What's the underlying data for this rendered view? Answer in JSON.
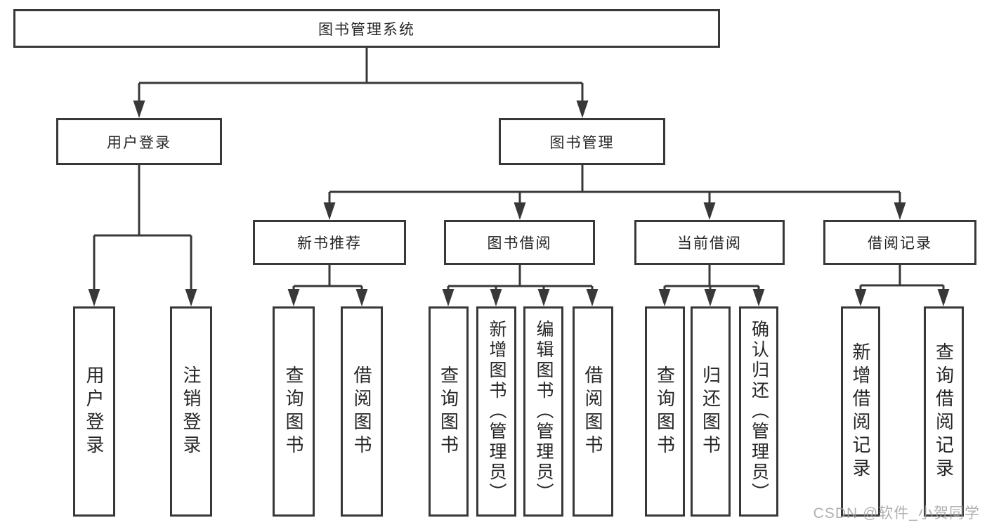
{
  "diagram_type": "hierarchy-chart",
  "colors": {
    "line": "#383838",
    "text": "#262626",
    "background": "#ffffff",
    "watermark": "#9e9e9e"
  },
  "watermark": {
    "text": "CSDN @软件_小贺同学"
  },
  "tree": {
    "label": "图书管理系统",
    "children": [
      {
        "label": "用户登录",
        "children": [
          {
            "label": "用户登录"
          },
          {
            "label": "注销登录"
          }
        ]
      },
      {
        "label": "图书管理",
        "children": [
          {
            "label": "新书推荐",
            "children": [
              {
                "label": "查询图书"
              },
              {
                "label": "借阅图书"
              }
            ]
          },
          {
            "label": "图书借阅",
            "children": [
              {
                "label": "查询图书"
              },
              {
                "label": "新增图书（管理员）"
              },
              {
                "label": "编辑图书（管理员）"
              },
              {
                "label": "借阅图书"
              }
            ]
          },
          {
            "label": "当前借阅",
            "children": [
              {
                "label": "查询图书"
              },
              {
                "label": "归还图书"
              },
              {
                "label": "确认归还（管理员）"
              }
            ]
          },
          {
            "label": "借阅记录",
            "children": [
              {
                "label": "新增借阅记录"
              },
              {
                "label": "查询借阅记录"
              }
            ]
          }
        ]
      }
    ]
  }
}
